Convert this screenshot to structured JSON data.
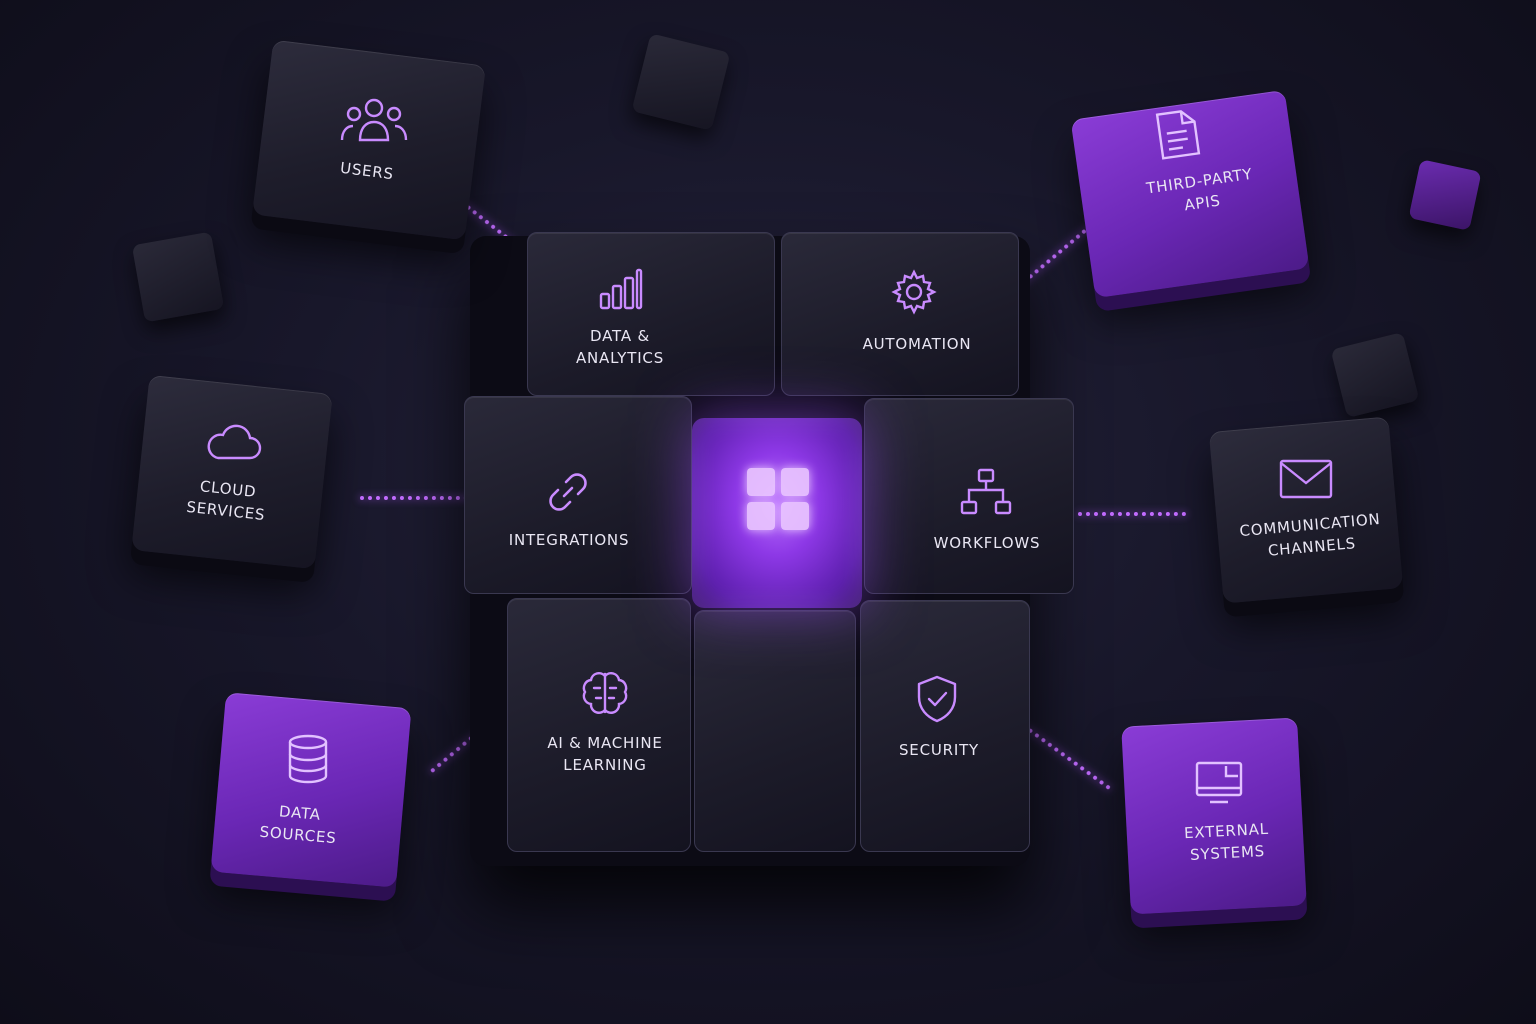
{
  "core": {
    "icon": "grid-four-squares-icon"
  },
  "center_tiles": [
    {
      "id": "data-analytics",
      "label_lines": [
        "DATA &",
        "ANALYTICS"
      ],
      "icon": "bar-chart-icon"
    },
    {
      "id": "automation",
      "label_lines": [
        "AUTOMATION"
      ],
      "icon": "gear-icon"
    },
    {
      "id": "integrations",
      "label_lines": [
        "INTEGRATIONS"
      ],
      "icon": "link-icon"
    },
    {
      "id": "workflows",
      "label_lines": [
        "WORKFLOWS"
      ],
      "icon": "hierarchy-icon"
    },
    {
      "id": "ai-machine-learning",
      "label_lines": [
        "AI & MACHINE",
        "LEARNING"
      ],
      "icon": "brain-icon"
    },
    {
      "id": "security",
      "label_lines": [
        "SECURITY"
      ],
      "icon": "shield-check-icon"
    }
  ],
  "outer_pieces": [
    {
      "id": "users",
      "label_lines": [
        "USERS"
      ],
      "icon": "users-icon",
      "tone": "dark"
    },
    {
      "id": "cloud-services",
      "label_lines": [
        "CLOUD",
        "SERVICES"
      ],
      "icon": "cloud-icon",
      "tone": "dark"
    },
    {
      "id": "data-sources",
      "label_lines": [
        "DATA",
        "SOURCES"
      ],
      "icon": "database-icon",
      "tone": "purple"
    },
    {
      "id": "third-party-apis",
      "label_lines": [
        "THIRD-PARTY",
        "APIS"
      ],
      "icon": "document-icon",
      "tone": "purple"
    },
    {
      "id": "communication-channels",
      "label_lines": [
        "COMMUNICATION",
        "CHANNELS"
      ],
      "icon": "envelope-icon",
      "tone": "dark"
    },
    {
      "id": "external-systems",
      "label_lines": [
        "EXTERNAL",
        "SYSTEMS"
      ],
      "icon": "monitor-icon",
      "tone": "purple"
    }
  ],
  "colors": {
    "background": "#14131f",
    "accent": "#a855f7",
    "connector": "#c26cff",
    "icon_stroke": "#c98bff",
    "text": "#e9e6f3"
  }
}
